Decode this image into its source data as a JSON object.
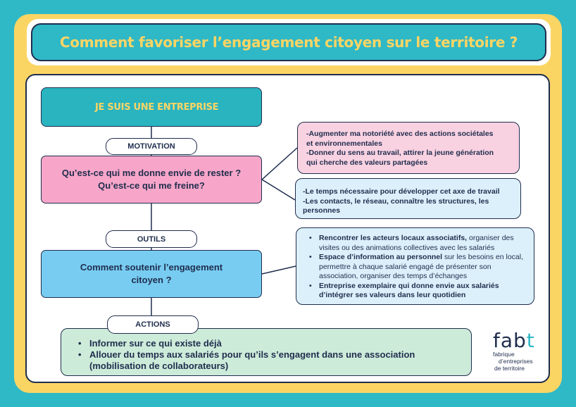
{
  "title": "Comment favoriser l’engagement citoyen sur le territoire ?",
  "root": {
    "label": "JE SUIS UNE ENTREPRISE"
  },
  "sections": {
    "motivation": {
      "pill": "MOTIVATION",
      "question_line1": "Qu’est-ce qui me donne envie de rester ?",
      "question_line2": "Qu’est-ce qui me freine?",
      "note_pink": [
        "-Augmenter ma notoriété avec des actions sociétales",
        "et environnementales",
        "-Donner du sens au travail, attirer la jeune génération",
        "qui cherche des valeurs partagées"
      ],
      "note_blue": [
        "-Le temps nécessaire pour développer cet axe de travail",
        "-Les contacts, le réseau, connaître les structures, les",
        "personnes"
      ]
    },
    "outils": {
      "pill": "OUTILS",
      "question_line1": "Comment soutenir l’engagement",
      "question_line2": "citoyen ?",
      "bullets": [
        {
          "bold": "Rencontrer les acteurs locaux associatifs,",
          "rest": " organiser des visites ou des animations collectives avec les salariés"
        },
        {
          "bold": "Espace d’information au personnel",
          "rest": " sur les besoins en local, permettre à chaque salarié engagé de présenter son association, organiser des temps d’échanges"
        },
        {
          "bold": "Entreprise exemplaire qui donne envie aux salariés d’intégrer ses valeurs dans leur quotidien",
          "rest": ""
        }
      ]
    },
    "actions": {
      "pill": "ACTIONS",
      "bullets": [
        "Informer sur ce qui existe déjà",
        "Allouer du temps aux salariés pour qu’ils s’engagent dans une association (mobilisation de collaborateurs)"
      ]
    }
  },
  "logo": {
    "word_left": "fab",
    "word_right": "t",
    "tagline_line1": "fabrique",
    "tagline_line2": "d’entreprises",
    "tagline_line3": "de territoire"
  },
  "colors": {
    "background": "#2fb8c6",
    "frame": "#fbd564",
    "ink": "#1f2d4d",
    "pink": "#f7a6c9",
    "blue": "#78ccf1",
    "green": "#cdebd9"
  }
}
